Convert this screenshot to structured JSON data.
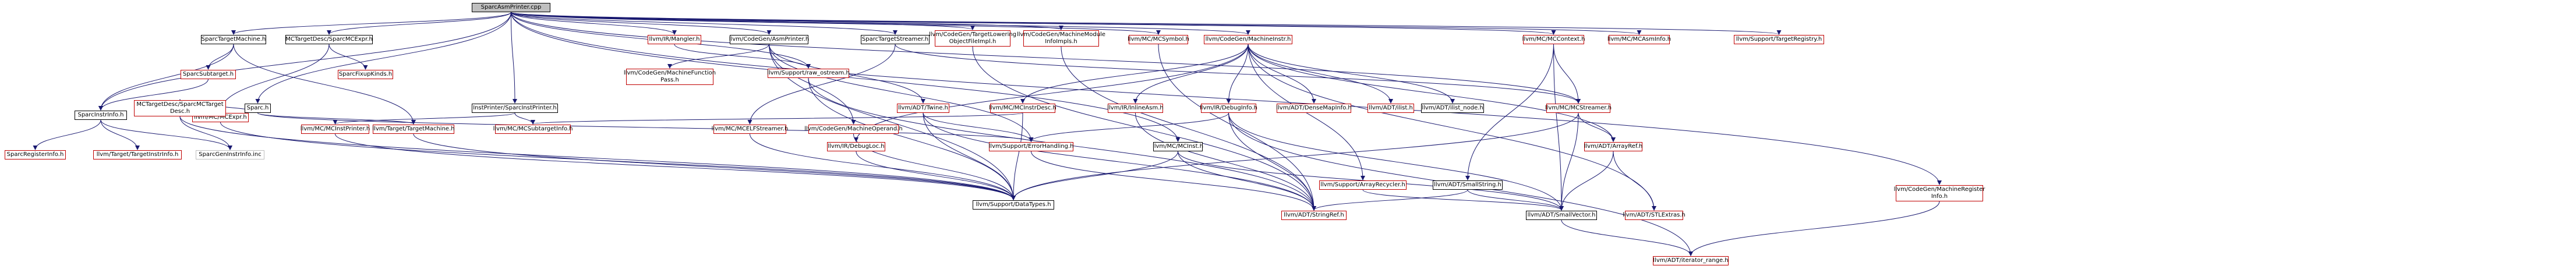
{
  "graph": {
    "nodes": [
      {
        "id": "root",
        "label": "SparcAsmPrinter.cpp",
        "style": "root"
      },
      {
        "id": "sparcTM",
        "label": "SparcTargetMachine.h",
        "style": "black"
      },
      {
        "id": "mctdSparcMCExpr",
        "label": "MCTargetDesc/SparcMCExpr.h",
        "style": "black"
      },
      {
        "id": "instPrinter",
        "label": "InstPrinter/SparcInstPrinter.h",
        "style": "black"
      },
      {
        "id": "sparcH",
        "label": "Sparc.h",
        "style": "black"
      },
      {
        "id": "sparcSubtarget",
        "label": "SparcSubtarget.h",
        "style": "red"
      },
      {
        "id": "sparcInstrInfo",
        "label": "SparcInstrInfo.h",
        "style": "black"
      },
      {
        "id": "sparcRegisterInfo",
        "label": "SparcRegisterInfo.h",
        "style": "red"
      },
      {
        "id": "targetInstrInfo",
        "label": "llvm/Target/TargetInstrInfo.h",
        "style": "red"
      },
      {
        "id": "sparcGenInstrInfo",
        "label": "SparcGenInstrInfo.inc",
        "style": "grey"
      },
      {
        "id": "sparcFixupKinds",
        "label": "SparcFixupKinds.h",
        "style": "red"
      },
      {
        "id": "llvmMCExpr",
        "label": "llvm/MC/MCExpr.h",
        "style": "red"
      },
      {
        "id": "mctdSparcMCTargetDesc",
        "label": "MCTargetDesc/SparcMCTarget\nDesc.h",
        "style": "red"
      },
      {
        "id": "mcInstPrinter",
        "label": "llvm/MC/MCInstPrinter.h",
        "style": "red"
      },
      {
        "id": "targetMachine",
        "label": "llvm/Target/TargetMachine.h",
        "style": "red"
      },
      {
        "id": "mcSubtargetInfo",
        "label": "llvm/MC/MCSubtargetInfo.h",
        "style": "red"
      },
      {
        "id": "mangler",
        "label": "llvm/IR/Mangler.h",
        "style": "red"
      },
      {
        "id": "asmPrinter",
        "label": "llvm/CodeGen/AsmPrinter.h",
        "style": "black"
      },
      {
        "id": "sparcTargetStreamer",
        "label": "SparcTargetStreamer.h",
        "style": "black"
      },
      {
        "id": "tloImpl",
        "label": "llvm/CodeGen/TargetLowering\nObjectFileImpl.h",
        "style": "red"
      },
      {
        "id": "mmiImpls",
        "label": "llvm/CodeGen/MachineModule\nInfoImpls.h",
        "style": "red"
      },
      {
        "id": "mcSymbol",
        "label": "llvm/MC/MCSymbol.h",
        "style": "red"
      },
      {
        "id": "machineInstr",
        "label": "llvm/CodeGen/MachineInstr.h",
        "style": "red"
      },
      {
        "id": "mcContext",
        "label": "llvm/MC/MCContext.h",
        "style": "red"
      },
      {
        "id": "mcAsmInfo",
        "label": "llvm/MC/MCAsmInfo.h",
        "style": "red"
      },
      {
        "id": "targetRegistry",
        "label": "llvm/Support/TargetRegistry.h",
        "style": "red"
      },
      {
        "id": "machineFunctionPass",
        "label": "llvm/CodeGen/MachineFunction\nPass.h",
        "style": "red"
      },
      {
        "id": "rawOstream",
        "label": "llvm/Support/raw_ostream.h",
        "style": "red"
      },
      {
        "id": "adtTwine",
        "label": "llvm/ADT/Twine.h",
        "style": "red"
      },
      {
        "id": "mcInstrDesc",
        "label": "llvm/MC/MCInstrDesc.h",
        "style": "red"
      },
      {
        "id": "inlineAsm",
        "label": "llvm/IR/InlineAsm.h",
        "style": "red"
      },
      {
        "id": "debugInfo",
        "label": "llvm/IR/DebugInfo.h",
        "style": "red"
      },
      {
        "id": "denseMapInfo",
        "label": "llvm/ADT/DenseMapInfo.h",
        "style": "red"
      },
      {
        "id": "ilist",
        "label": "llvm/ADT/ilist.h",
        "style": "red"
      },
      {
        "id": "ilistNode",
        "label": "llvm/ADT/ilist_node.h",
        "style": "black"
      },
      {
        "id": "mcStreamer",
        "label": "llvm/MC/MCStreamer.h",
        "style": "red"
      },
      {
        "id": "mcElfStreamer",
        "label": "llvm/MC/MCELFStreamer.h",
        "style": "red"
      },
      {
        "id": "machineOperand",
        "label": "llvm/CodeGen/MachineOperand.h",
        "style": "red"
      },
      {
        "id": "errorHandling",
        "label": "llvm/Support/ErrorHandling.h",
        "style": "red"
      },
      {
        "id": "mcInst",
        "label": "llvm/MC/MCInst.h",
        "style": "black"
      },
      {
        "id": "arrayRecycler",
        "label": "llvm/Support/ArrayRecycler.h",
        "style": "red"
      },
      {
        "id": "smallString",
        "label": "llvm/ADT/SmallString.h",
        "style": "black"
      },
      {
        "id": "arrayRef",
        "label": "llvm/ADT/ArrayRef.h",
        "style": "red"
      },
      {
        "id": "irDebugLoc",
        "label": "llvm/IR/DebugLoc.h",
        "style": "red"
      },
      {
        "id": "dataTypes",
        "label": "llvm/Support/DataTypes.h",
        "style": "black"
      },
      {
        "id": "stringRef",
        "label": "llvm/ADT/StringRef.h",
        "style": "red"
      },
      {
        "id": "smallVector",
        "label": "llvm/ADT/SmallVector.h",
        "style": "black"
      },
      {
        "id": "stlExtras",
        "label": "llvm/ADT/STLExtras.h",
        "style": "red"
      },
      {
        "id": "mriInfo",
        "label": "llvm/CodeGen/MachineRegister\nInfo.h",
        "style": "red"
      },
      {
        "id": "iteratorRange",
        "label": "llvm/ADT/iterator_range.h",
        "style": "red"
      }
    ],
    "edges": [
      [
        "root",
        "sparcTM"
      ],
      [
        "root",
        "mctdSparcMCExpr"
      ],
      [
        "root",
        "instPrinter"
      ],
      [
        "root",
        "sparcH"
      ],
      [
        "root",
        "sparcInstrInfo"
      ],
      [
        "root",
        "mangler"
      ],
      [
        "root",
        "asmPrinter"
      ],
      [
        "root",
        "sparcTargetStreamer"
      ],
      [
        "root",
        "tloImpl"
      ],
      [
        "root",
        "mmiImpls"
      ],
      [
        "root",
        "mcSymbol"
      ],
      [
        "root",
        "machineInstr"
      ],
      [
        "root",
        "mcContext"
      ],
      [
        "root",
        "mcAsmInfo"
      ],
      [
        "root",
        "targetRegistry"
      ],
      [
        "root",
        "rawOstream"
      ],
      [
        "root",
        "mcInst"
      ],
      [
        "root",
        "mcStreamer"
      ],
      [
        "root",
        "mriInfo"
      ],
      [
        "sparcTM",
        "sparcSubtarget"
      ],
      [
        "sparcTM",
        "sparcInstrInfo"
      ],
      [
        "sparcTM",
        "targetMachine"
      ],
      [
        "sparcSubtarget",
        "sparcInstrInfo"
      ],
      [
        "sparcInstrInfo",
        "sparcRegisterInfo"
      ],
      [
        "sparcInstrInfo",
        "targetInstrInfo"
      ],
      [
        "sparcInstrInfo",
        "sparcGenInstrInfo"
      ],
      [
        "mctdSparcMCExpr",
        "sparcFixupKinds"
      ],
      [
        "mctdSparcMCExpr",
        "llvmMCExpr"
      ],
      [
        "instPrinter",
        "mcInstPrinter"
      ],
      [
        "instPrinter",
        "mcSubtargetInfo"
      ],
      [
        "sparcH",
        "mctdSparcMCTargetDesc"
      ],
      [
        "sparcH",
        "targetMachine"
      ],
      [
        "sparcH",
        "errorHandling"
      ],
      [
        "mctdSparcMCTargetDesc",
        "dataTypes"
      ],
      [
        "mctdSparcMCTargetDesc",
        "sparcGenInstrInfo"
      ],
      [
        "mcInstPrinter",
        "dataTypes"
      ],
      [
        "targetMachine",
        "dataTypes"
      ],
      [
        "llvmMCExpr",
        "dataTypes"
      ],
      [
        "mangler",
        "rawOstream"
      ],
      [
        "asmPrinter",
        "machineFunctionPass"
      ],
      [
        "asmPrinter",
        "adtTwine"
      ],
      [
        "asmPrinter",
        "errorHandling"
      ],
      [
        "asmPrinter",
        "dataTypes"
      ],
      [
        "asmPrinter",
        "machineOperand"
      ],
      [
        "sparcTargetStreamer",
        "mcElfStreamer"
      ],
      [
        "sparcTargetStreamer",
        "mcStreamer"
      ],
      [
        "tloImpl",
        "stringRef"
      ],
      [
        "mcSymbol",
        "stringRef"
      ],
      [
        "mmiImpls",
        "stringRef"
      ],
      [
        "machineInstr",
        "inlineAsm"
      ],
      [
        "machineInstr",
        "debugInfo"
      ],
      [
        "machineInstr",
        "denseMapInfo"
      ],
      [
        "machineInstr",
        "ilist"
      ],
      [
        "machineInstr",
        "ilistNode"
      ],
      [
        "machineInstr",
        "mcInstrDesc"
      ],
      [
        "machineInstr",
        "arrayRecycler"
      ],
      [
        "machineInstr",
        "stlExtras"
      ],
      [
        "machineInstr",
        "irDebugLoc"
      ],
      [
        "machineInstr",
        "arrayRef"
      ],
      [
        "mcContext",
        "smallString"
      ],
      [
        "mcContext",
        "mcStreamer"
      ],
      [
        "mcContext",
        "smallVector"
      ],
      [
        "rawOstream",
        "dataTypes"
      ],
      [
        "rawOstream",
        "stringRef"
      ],
      [
        "adtTwine",
        "dataTypes"
      ],
      [
        "adtTwine",
        "stringRef"
      ],
      [
        "adtTwine",
        "errorHandling"
      ],
      [
        "mcInstrDesc",
        "mcSubtargetInfo"
      ],
      [
        "mcInstrDesc",
        "dataTypes"
      ],
      [
        "inlineAsm",
        "stringRef"
      ],
      [
        "debugInfo",
        "errorHandling"
      ],
      [
        "debugInfo",
        "stringRef"
      ],
      [
        "debugInfo",
        "smallVector"
      ],
      [
        "debugInfo",
        "iteratorRange"
      ],
      [
        "mcStreamer",
        "arrayRef"
      ],
      [
        "mcStreamer",
        "smallVector"
      ],
      [
        "mcStreamer",
        "dataTypes"
      ],
      [
        "mcElfStreamer",
        "dataTypes"
      ],
      [
        "machineOperand",
        "dataTypes"
      ],
      [
        "errorHandling",
        "stringRef"
      ],
      [
        "mcInst",
        "dataTypes"
      ],
      [
        "mcInst",
        "stringRef"
      ],
      [
        "mcInst",
        "smallVector"
      ],
      [
        "arrayRecycler",
        "smallVector"
      ],
      [
        "smallString",
        "stringRef"
      ],
      [
        "smallString",
        "smallVector"
      ],
      [
        "arrayRef",
        "smallVector"
      ],
      [
        "arrayRef",
        "stlExtras"
      ],
      [
        "irDebugLoc",
        "dataTypes"
      ],
      [
        "mriInfo",
        "iteratorRange"
      ],
      [
        "smallVector",
        "iteratorRange"
      ]
    ]
  }
}
